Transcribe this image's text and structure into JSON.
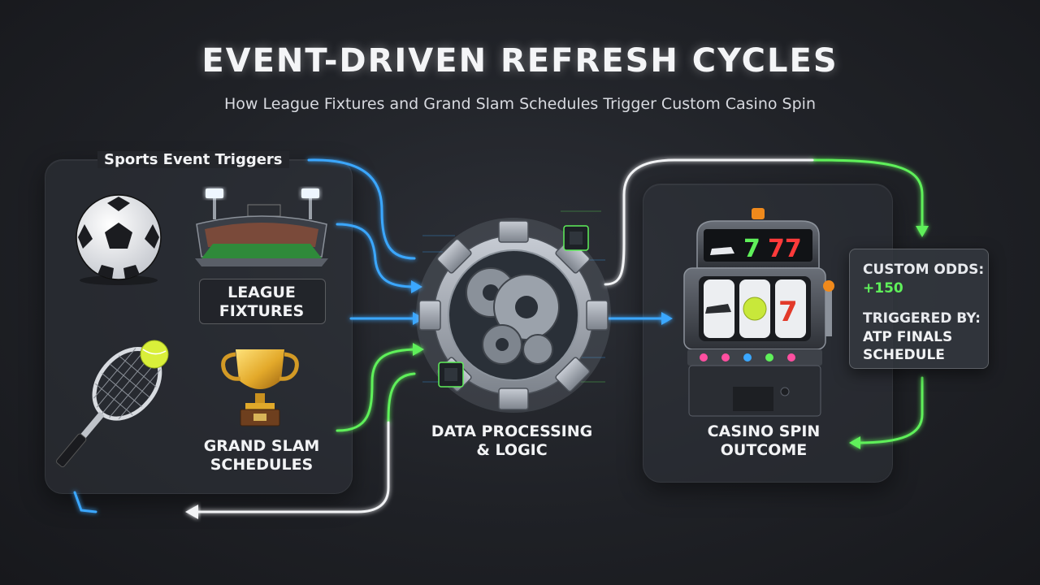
{
  "header": {
    "title": "EVENT-DRIVEN REFRESH CYCLES",
    "subtitle": "How League Fixtures and Grand Slam Schedules Trigger Custom Casino Spin"
  },
  "triggers": {
    "title": "Sports Event Triggers",
    "league_label": "LEAGUE FIXTURES",
    "grand_slam_label": "GRAND SLAM SCHEDULES"
  },
  "processing": {
    "label": "DATA PROCESSING & LOGIC"
  },
  "outcome": {
    "label": "CASINO SPIN OUTCOME",
    "odds_label": "CUSTOM ODDS:",
    "odds_value": "+150",
    "triggered_label": "TRIGGERED BY:",
    "triggered_value": "ATP FINALS SCHEDULE"
  },
  "colors": {
    "blue": "#3aa7ff",
    "green": "#5ff05a",
    "white": "#f2f3f5"
  },
  "icons": [
    "soccer-ball-icon",
    "stadium-icon",
    "tennis-racket-icon",
    "trophy-icon",
    "gear-icon",
    "slot-machine-icon"
  ]
}
